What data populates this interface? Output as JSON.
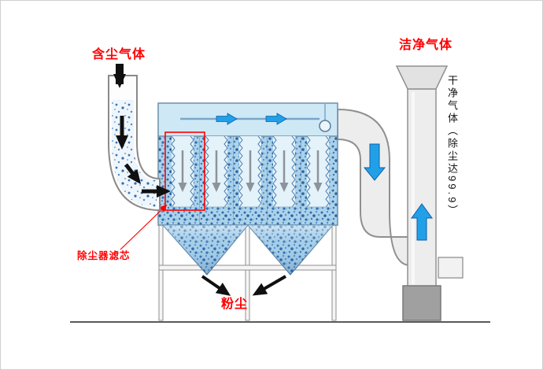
{
  "diagram": {
    "labels": {
      "dusty_gas": "含尘气体",
      "clean_gas": "洁净气体",
      "clean_gas_note_vertical": "干净气体（除尘达99.9）",
      "filter_cartridge_callout": "除尘器滤芯",
      "dust": "粉尘"
    },
    "colors": {
      "label_red": "#ff0000",
      "highlight_red": "#ff0000",
      "flow_blue": "#1e96e6",
      "housing_speckle_blue": "#abd2ea",
      "plenum_blue": "#cfe8f6",
      "duct_gray": "#ededed",
      "ground_gray": "#5a5a5a",
      "black_flow_arrow": "#101010"
    },
    "icons": {
      "inlet_flow_arrow": "↓",
      "duct_bend_arrow": "↘",
      "inlet_entry_arrow": "→",
      "plenum_flow_arrow": "→",
      "cartridge_flow_arrow": "↓",
      "outlet_down_arrow": "↓",
      "stack_up_arrow": "↑",
      "dust_fall_left_arrow": "↘",
      "dust_fall_right_arrow": "↙"
    }
  }
}
